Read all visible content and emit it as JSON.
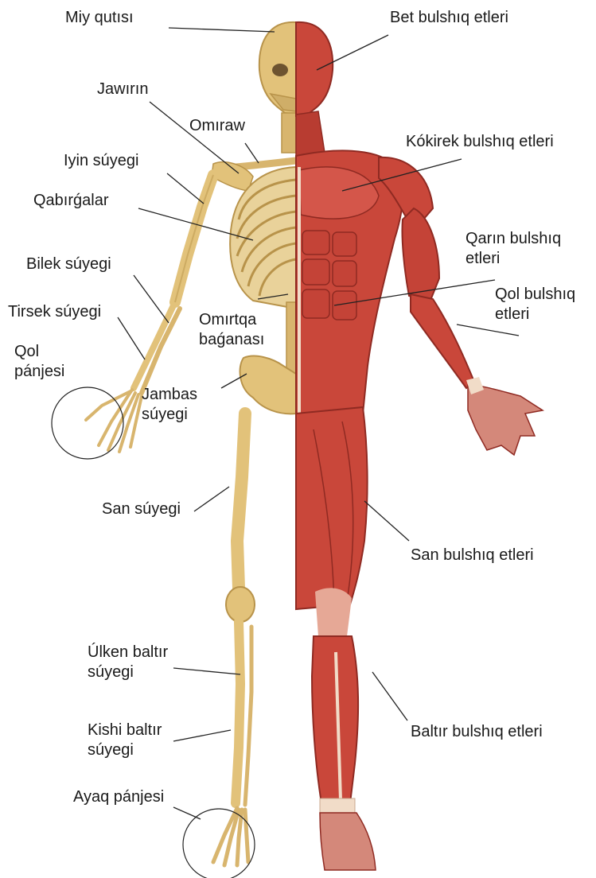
{
  "labels": {
    "miy_qutisi": "Miy qutısı",
    "bet_bulshiq": "Bet bulshıq etleri",
    "jawirin": "Jawırın",
    "omiraw": "Omıraw",
    "kokirek": "Kókirek bulshıq etleri",
    "iyin": "Iyin súyegi",
    "qabirgalar": "Qabırǵalar",
    "qarin_1": "Qarın  bulshıq",
    "qarin_2": "etleri",
    "bilek": "Bilek súyegi",
    "qol_bulshiq_1": "Qol bulshıq",
    "qol_bulshiq_2": "etleri",
    "tirsek": "Tirsek súyegi",
    "omirtqa_1": "Omırtqa",
    "omirtqa_2": "baǵanası",
    "qol_panjesi_1": "Qol",
    "qol_panjesi_2": "pánjesi",
    "jambas_1": "Jambas",
    "jambas_2": "súyegi",
    "san_suyegi": "San súyegi",
    "san_bulshiq": "San bulshıq etleri",
    "ulken_1": "Úlken baltır",
    "ulken_2": "súyegi",
    "kishi_1": "Kishi baltır",
    "kishi_2": "súyegi",
    "baltir_bulshiq": "Baltır bulshıq etleri",
    "ayaq": "Ayaq pánjesi"
  },
  "colors": {
    "bone": "#e2c27a",
    "bone_dark": "#b8934a",
    "muscle": "#c9473a",
    "muscle_dark": "#8f2a22",
    "tendon": "#f1dcc8",
    "leader_line": "#222222"
  }
}
